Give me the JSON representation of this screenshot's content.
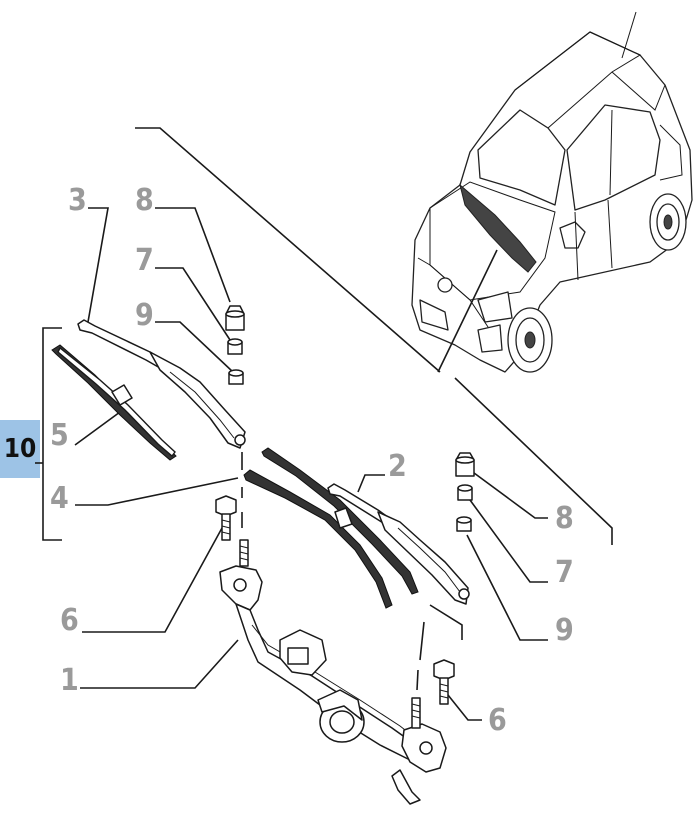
{
  "group_label": "10",
  "callouts": [
    {
      "id": "c3",
      "label": "3"
    },
    {
      "id": "c8a",
      "label": "8"
    },
    {
      "id": "c7a",
      "label": "7"
    },
    {
      "id": "c9a",
      "label": "9"
    },
    {
      "id": "c5",
      "label": "5"
    },
    {
      "id": "c4",
      "label": "4"
    },
    {
      "id": "c2",
      "label": "2"
    },
    {
      "id": "c8b",
      "label": "8"
    },
    {
      "id": "c7b",
      "label": "7"
    },
    {
      "id": "c9b",
      "label": "9"
    },
    {
      "id": "c6a",
      "label": "6"
    },
    {
      "id": "c1",
      "label": "1"
    },
    {
      "id": "c6b",
      "label": "6"
    }
  ],
  "colors": {
    "badge": "#9dc3e6",
    "callout_text": "#9a9a9a",
    "line": "#1a1a1a"
  }
}
